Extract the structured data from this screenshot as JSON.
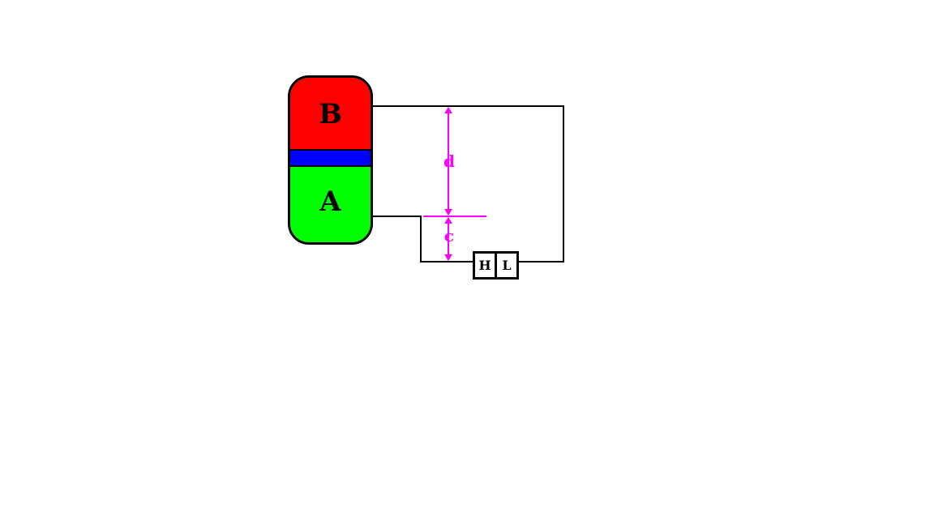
{
  "colors": {
    "background": "#ffffff",
    "line": "#000000",
    "phase_b": "#ff0000",
    "interface": "#0000ff",
    "phase_a": "#00ff00",
    "dimension": "#ff00ff"
  },
  "vessel": {
    "top_label": "B",
    "bottom_label": "A"
  },
  "transmitter": {
    "high_label": "H",
    "low_label": "L"
  },
  "dimensions": {
    "upper": "d",
    "lower": "c"
  }
}
